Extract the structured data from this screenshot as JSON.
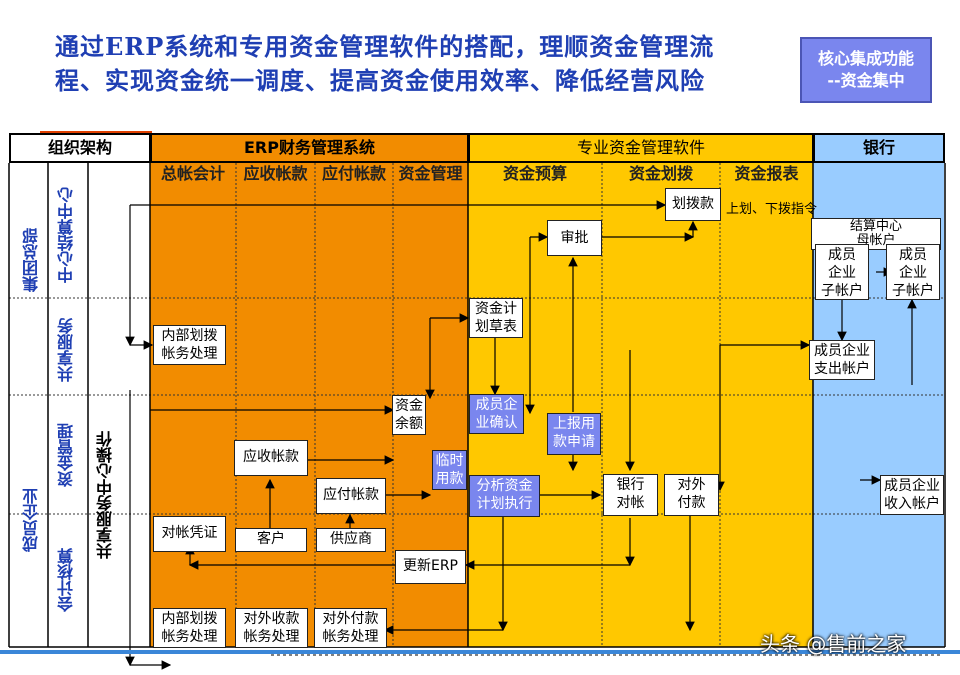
{
  "title": {
    "line1": "通过ERP系统和专用资金管理软件的搭配，理顺资金管理流",
    "line2": "程、实现资金统一调度、提高资金使用效率、降低经营风险"
  },
  "badge": {
    "line1": "核心集成功能",
    "line2": "--资金集中"
  },
  "headers": {
    "org": "组织架构",
    "erp": "ERP财务管理系统",
    "treasury": "专业资金管理软件",
    "bank": "银行"
  },
  "columns": {
    "gl": "总帐会计",
    "ar": "应收帐款",
    "ap": "应付帐款",
    "cash": "资金管理",
    "budget": "资金预算",
    "transfer": "资金划拨",
    "report": "资金报表"
  },
  "org": {
    "hq": "集团总部",
    "settle_center": "中心结算中心",
    "shared_service": "共享服务",
    "member": "成员企业",
    "fund_mgmt": "资金管理",
    "accounting": "会计核算",
    "shared_ops": "共享服务中心操作"
  },
  "boxes": {
    "transfer_funds": "划拨款",
    "approve": "审批",
    "settle_mother_1": "结算中心",
    "settle_mother_2": "母帐户",
    "member_sub_a_1": "成员",
    "member_sub_a_2": "企业",
    "member_sub_a_3": "子帐户",
    "member_sub_b_1": "成员",
    "member_sub_b_2": "企业",
    "member_sub_b_3": "子帐户",
    "internal_transfer_1": "内部划拨",
    "internal_transfer_2": "帐务处理",
    "fund_plan_1": "资金计",
    "fund_plan_2": "划草表",
    "member_payout_1": "成员企业",
    "member_payout_2": "支出帐户",
    "fund_balance_1": "资金",
    "fund_balance_2": "余额",
    "member_confirm_1": "成员企",
    "member_confirm_2": "业确认",
    "report_request_1": "上报用",
    "report_request_2": "款申请",
    "receivable": "应收帐款",
    "temp_payment_1": "临时",
    "temp_payment_2": "用款",
    "payable": "应付帐款",
    "analyze_plan_1": "分析资金",
    "analyze_plan_2": "计划执行",
    "bank_recon_1": "银行",
    "bank_recon_2": "对帐",
    "external_pay_1": "对外",
    "external_pay_2": "付款",
    "member_income_1": "成员企业",
    "member_income_2": "收入帐户",
    "recon_voucher": "对帐凭证",
    "customer": "客户",
    "supplier": "供应商",
    "update_erp": "更新ERP",
    "internal_transfer_b_1": "内部划拨",
    "internal_transfer_b_2": "帐务处理",
    "ext_receipt_1": "对外收款",
    "ext_receipt_2": "帐务处理",
    "ext_payment_1": "对外付款",
    "ext_payment_2": "帐务处理"
  },
  "annotation": "上划、下拨指令",
  "watermark": "头条 @售前之家",
  "colors": {
    "title": "#1f3fb3",
    "erp_bg": "#f28c00",
    "treasury_bg": "#ffc800",
    "bank_bg": "#99ccff",
    "badge": "#7a86ee",
    "blue_box": "#7a86ee"
  }
}
